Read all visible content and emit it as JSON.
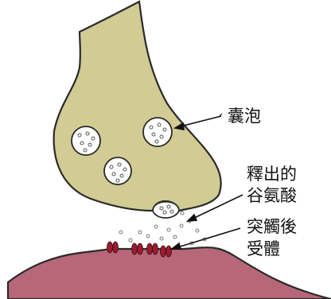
{
  "labels": {
    "vesicle": "囊泡",
    "released_line1": "釋出的",
    "released_line2": "谷氨酸",
    "receptor_line1": "突觸後",
    "receptor_line2": "受體"
  },
  "colors": {
    "presynaptic_fill": "#d2cb93",
    "postsynaptic_fill": "#b76778",
    "receptor_fill": "#9b1c30",
    "outline": "#2a2a2a",
    "vesicle_fill": "#ffffff"
  }
}
